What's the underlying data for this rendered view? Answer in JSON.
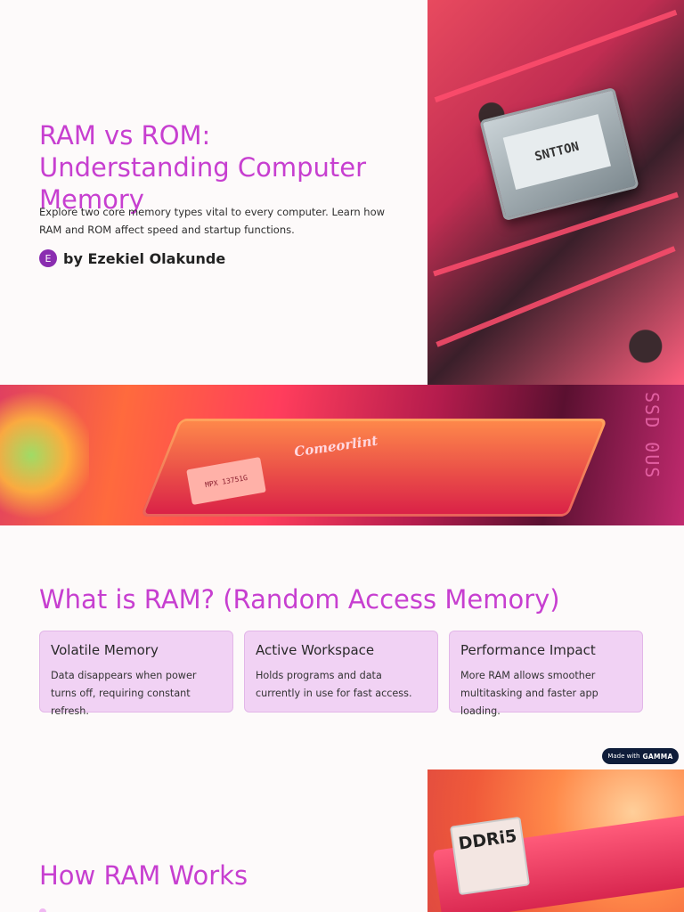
{
  "hero": {
    "title": "RAM vs ROM: Understanding Computer Memory",
    "subtitle": "Explore two core memory types vital to every computer. Learn how RAM and ROM affect speed and startup functions.",
    "author": {
      "initial": "E",
      "name": "by Ezekiel Olakunde"
    },
    "image_icon": "motherboard-chip-photo"
  },
  "banner": {
    "image_icon": "ram-module-photo"
  },
  "ram_section": {
    "heading": "What is RAM? (Random Access Memory)",
    "cards": [
      {
        "title": "Volatile Memory",
        "text": "Data disappears when power turns off, requiring constant refresh."
      },
      {
        "title": "Active Workspace",
        "text": "Holds programs and data currently in use for fast access."
      },
      {
        "title": "Performance Impact",
        "text": "More RAM allows smoother multitasking and faster app loading."
      }
    ]
  },
  "badge": {
    "prefix": "Made with",
    "brand": "GAMMA"
  },
  "how_section": {
    "heading": "How RAM Works",
    "image_icon": "ddr5-module-photo"
  },
  "colors": {
    "accent": "#c73fd0",
    "card_bg": "#f1d2f4",
    "avatar": "#8a2db0",
    "badge_bg": "#0f1d3a"
  }
}
